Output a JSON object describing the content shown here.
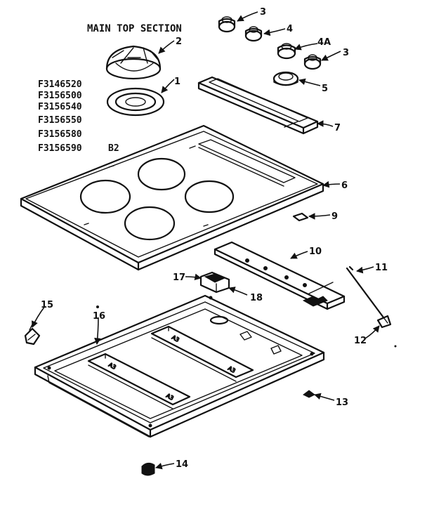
{
  "diagram": {
    "title": "MAIN TOP SECTION",
    "models": [
      "F3146520",
      "F3156500",
      "F3156540",
      "F3156550",
      "F3156580",
      "F3156590",
      "B2"
    ],
    "callouts": {
      "c1": "1",
      "c2": "2",
      "c3a": "3",
      "c3b": "3",
      "c4": "4",
      "c4a": "4A",
      "c5": "5",
      "c6": "6",
      "c7": "7",
      "c9": "9",
      "c10": "10",
      "c11": "11",
      "c12": "12",
      "c13": "13",
      "c14": "14",
      "c15": "15",
      "c16": "16",
      "c17": "17",
      "c18": "18"
    },
    "part_labels": [
      "A3",
      "A3",
      "A3",
      "A3"
    ]
  }
}
